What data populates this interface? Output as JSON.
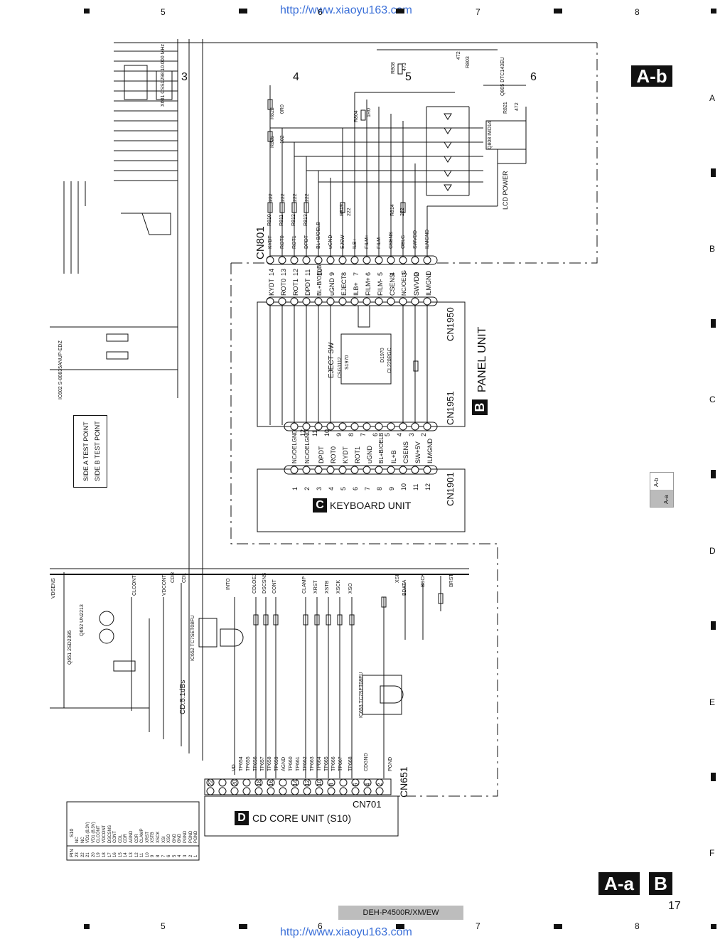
{
  "header": {
    "url": "http://www.xiaoyu163.com",
    "columns": [
      "5",
      "6",
      "7",
      "8"
    ],
    "zone_labels": [
      "3",
      "4",
      "5",
      "6"
    ]
  },
  "footer": {
    "model": "DEH-P4500R/XM/EW",
    "page": "17",
    "url": "http://www.xiaoyu163.com",
    "columns": [
      "5",
      "6",
      "7",
      "8"
    ]
  },
  "rows": [
    "A",
    "B",
    "C",
    "D",
    "E",
    "F"
  ],
  "tags": {
    "top_right": "A-b",
    "bottom_left": "A-a",
    "bottom_right": "B",
    "side_a": "A-a",
    "side_b": "A-b"
  },
  "units": {
    "panel": {
      "letter": "B",
      "name": "PANEL UNIT"
    },
    "keyboard": {
      "letter": "C",
      "name": "KEYBOARD UNIT"
    },
    "cdcore": {
      "letter": "D",
      "name": "CD CORE UNIT (S10)"
    }
  },
  "connectors": {
    "cn801": "CN801",
    "cn1950": "CN1950",
    "cn1951": "CN1951",
    "cn1901": "CN1901",
    "cn701": "CN701",
    "cn651": "CN651"
  },
  "cn801_pins": {
    "numbers": [
      "14",
      "13",
      "12",
      "11",
      "10",
      "9",
      "8",
      "7",
      "6",
      "5",
      "4",
      "3",
      "2",
      "1"
    ],
    "signals": [
      "KYDT",
      "ROT0",
      "ROT1",
      "DPDT",
      "BL+B/OELB",
      "uGND",
      "EJECT",
      "ILB+",
      "FILM+",
      "FILM-",
      "CSENS",
      "NC/OELG",
      "SWVDD",
      "ILMGND"
    ]
  },
  "cn1951_pins": {
    "numbers": [
      "13",
      "12",
      "11",
      "10",
      "9",
      "8",
      "7",
      "6",
      "5",
      "4",
      "3",
      "2",
      "1"
    ],
    "signals": [
      "NC/OELGND",
      "NC/OELGND",
      "DPDT",
      "ROT0",
      "KYDT",
      "ROT1",
      "uGND",
      "BL+B/OELB",
      "IL+B",
      "CSENS",
      "SW+5V",
      "ILMGND",
      "ILMGND"
    ]
  },
  "cn1901_pins": [
    "1",
    "2",
    "3",
    "4",
    "5",
    "6",
    "7",
    "8",
    "9",
    "10",
    "11",
    "12"
  ],
  "cn651_pins": {
    "numbers": [
      "22",
      "20",
      "18",
      "16",
      "14",
      "12",
      "10",
      "8",
      "6",
      "4",
      "2"
    ],
    "numbers_odd": [
      "21",
      "19",
      "17",
      "15",
      "13",
      "11",
      "9",
      "7",
      "5",
      "3",
      "1"
    ],
    "signals": [
      "VD",
      "TP654",
      "TP655",
      "TP656",
      "TP657",
      "TP658",
      "TP659",
      "AGND",
      "TP660",
      "TP661",
      "TP662",
      "TP663",
      "TP664",
      "TP665",
      "TP666",
      "TP667",
      "TP668",
      "CDGND",
      "PGND"
    ]
  },
  "components": {
    "ic652": "IC652 TC7SET08FU",
    "ic653": "IC653 TC7SET08FU",
    "ic602": "IC602 S-80835ANUP-EDZ",
    "x601": "X601 CSS1298 10.000 MHz",
    "q808": "Q808 IMD14",
    "q805": "Q805 DTC143EU",
    "q651": "Q651 2SD2395",
    "q652": "Q652 UN2213",
    "ejectsw": "EJECT SW",
    "ejectsw_part": "CSG1112",
    "lcdpower": "LCD POWER",
    "s1970": "S1970",
    "cd_level": "CD:5.1dBs",
    "d970": "D1970",
    "d970_part": "CL220PGC"
  },
  "resistors_top": [
    {
      "ref": "R810",
      "val": "222"
    },
    {
      "ref": "R811",
      "val": "222"
    },
    {
      "ref": "R812",
      "val": "222"
    },
    {
      "ref": "R813",
      "val": "222"
    },
    {
      "ref": "R819",
      "val": "222"
    },
    {
      "ref": "R814",
      "val": "222"
    },
    {
      "ref": "R822",
      "val": "0R0"
    },
    {
      "ref": "R825",
      "val": "102"
    },
    {
      "ref": "R804",
      "val": "1R0"
    },
    {
      "ref": "R808",
      "val": "473"
    },
    {
      "ref": "R803",
      "val": "472"
    },
    {
      "ref": "R821",
      "val": "472"
    }
  ],
  "cn801_left_labels": [
    "KYDT",
    "ROT0",
    "ROT1",
    "DPDT",
    "BL+B/OELB",
    "uGND",
    "EJSW",
    "ILB+",
    "FILM+",
    "FILM-",
    "CSENS",
    "OELG",
    "SWVDD",
    "ILMGND"
  ],
  "test_point_legend": [
    "SIDE A TEST POINT",
    "SIDE B TEST POINT"
  ],
  "pin_table": {
    "header": [
      "PIN",
      "S10"
    ],
    "rows": [
      [
        "23",
        "NC"
      ],
      [
        "22",
        "NC"
      ],
      [
        "21",
        "VD1 (8.3V)"
      ],
      [
        "20",
        "VD1 (8.3V)"
      ],
      [
        "19",
        "CLCONT"
      ],
      [
        "18",
        "VDCONT"
      ],
      [
        "17",
        "DSCSNS"
      ],
      [
        "16",
        "CONT"
      ],
      [
        "15",
        "CDL"
      ],
      [
        "14",
        "CDR"
      ],
      [
        "13",
        "AGND"
      ],
      [
        "12",
        "CDR"
      ],
      [
        "11",
        "CLAMP"
      ],
      [
        "10",
        "XRST"
      ],
      [
        "9",
        "XSTB"
      ],
      [
        "8",
        "XSCK"
      ],
      [
        "7",
        "XSI"
      ],
      [
        "6",
        "XSO"
      ],
      [
        "5",
        "GND"
      ],
      [
        "4",
        "GND"
      ],
      [
        "3",
        "PGND"
      ],
      [
        "2",
        "PGND"
      ],
      [
        "1",
        "PGND"
      ]
    ]
  },
  "cn651_top_signals": [
    "CDLOEJ",
    "DSCSNS",
    "CONT",
    "CLAMP",
    "XRST",
    "XSTB",
    "XSCK",
    "XSO"
  ],
  "left_signals": [
    "VDSENS",
    "CLCONT",
    "VDCONT",
    "CDR",
    "CDL",
    "INTO",
    "XSI",
    "BDATA",
    "BSCK",
    "BRST"
  ]
}
